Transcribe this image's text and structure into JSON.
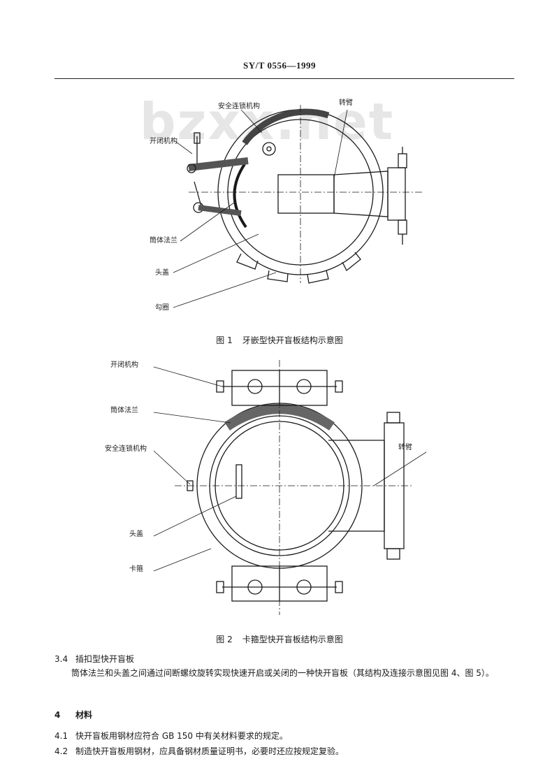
{
  "header": {
    "standard_code": "SY/T 0556—1999"
  },
  "watermark": "bzxx.net",
  "figure1": {
    "labels": {
      "safety_interlock": "安全连锁机构",
      "rotating_arm": "转臂",
      "opening_mechanism": "开闭机构",
      "shell_flange": "筒体法兰",
      "head_cover": "头盖",
      "hook_ring": "勾圈"
    },
    "caption_number": "图 1",
    "caption_title": "牙嵌型快开盲板结构示意图"
  },
  "figure2": {
    "labels": {
      "opening_mechanism": "开闭机构",
      "shell_flange": "筒体法兰",
      "safety_interlock": "安全连锁机构",
      "rotating_arm": "转臂",
      "head_cover": "头盖",
      "clamp": "卡箍"
    },
    "caption_number": "图 2",
    "caption_title": "卡箍型快开盲板结构示意图"
  },
  "section_3_4": {
    "number": "3.4",
    "title": "插扣型快开盲板",
    "paragraph": "筒体法兰和头盖之间通过间断螺纹旋转实现快速开启或关闭的一种快开盲板（其结构及连接示意图见图 4、图 5）。"
  },
  "section_4": {
    "number": "4",
    "title": "材料",
    "items": [
      {
        "number": "4.1",
        "text": "快开盲板用钢材应符合 GB 150 中有关材料要求的规定。"
      },
      {
        "number": "4.2",
        "text": "制造快开盲板用钢材，应具备钢材质量证明书，必要时还应按规定复验。"
      }
    ]
  }
}
